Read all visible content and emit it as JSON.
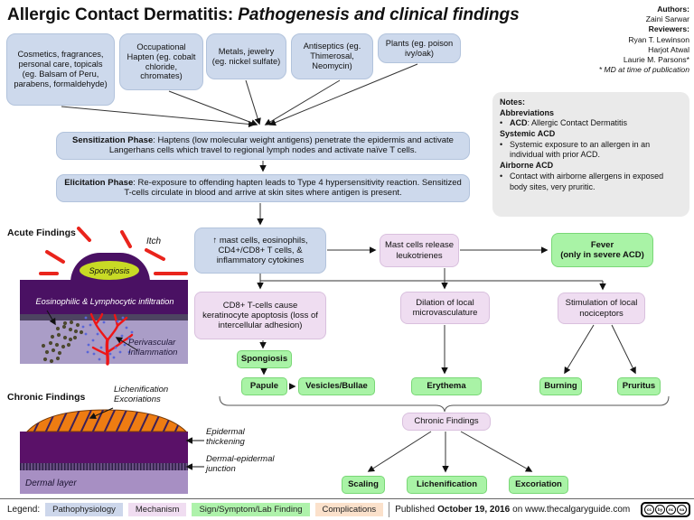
{
  "title": {
    "main": "Allergic Contact Dermatitis:",
    "sub": "Pathogenesis and clinical findings"
  },
  "credits": {
    "authors_label": "Authors:",
    "author": "Zaini Sarwar",
    "reviewers_label": "Reviewers:",
    "reviewers": [
      "Ryan T. Lewinson",
      "Harjot Atwal",
      "Laurie M. Parsons*"
    ],
    "footnote": "* MD at time of publication"
  },
  "causes": [
    "Cosmetics, fragrances, personal care, topicals (eg. Balsam of Peru, parabens, formaldehyde)",
    "Occupational Hapten (eg. cobalt chloride, chromates)",
    "Metals, jewelry (eg. nickel sulfate)",
    "Antiseptics (eg. Thimerosal, Neomycin)",
    "Plants (eg. poison ivy/oak)"
  ],
  "phases": {
    "sensitization_label": "Sensitization Phase",
    "sensitization_body": ": Haptens (low molecular weight antigens) penetrate the epidermis and activate Langerhans cells which travel to regional lymph nodes and activate naïve T cells.",
    "elicitation_label": "Elicitation Phase",
    "elicitation_body": ": Re-exposure to offending hapten leads to Type 4 hypersensitivity reaction. Sensitized T-cells circulate in blood and arrive at skin sites where antigen is present."
  },
  "notes": {
    "title": "Notes:",
    "abbrev_heading": "Abbreviations",
    "abbrev_bold": "ACD",
    "abbrev_rest": ": Allergic Contact Dermatitis",
    "systemic_heading": "Systemic ACD",
    "systemic_text": "Systemic exposure to an allergen in an individual with prior ACD.",
    "airborne_heading": "Airborne ACD",
    "airborne_text": "Contact with airborne allergens in exposed body sites, very pruritic."
  },
  "flow": {
    "mast_increase": "↑ mast cells, eosinophils, CD4+/CD8+ T cells, & inflammatory cytokines",
    "mast_release": "Mast cells release leukotrienes",
    "fever_line1": "Fever",
    "fever_line2": "(only in severe ACD)",
    "cd8": "CD8+ T-cells cause keratinocyte apoptosis (loss of intercellular adhesion)",
    "dilation": "Dilation of local microvasculature",
    "stimulation": "Stimulation of local nociceptors",
    "spongiosis": "Spongiosis",
    "papule": "Papule",
    "vesicles": "Vesicles/Bullae",
    "erythema": "Erythema",
    "burning": "Burning",
    "pruritus": "Pruritus",
    "chronic": "Chronic Findings",
    "scaling": "Scaling",
    "lichenification": "Lichenification",
    "excoriation": "Excoriation"
  },
  "acute": {
    "label": "Acute Findings",
    "itch": "Itch",
    "spongiosis": "Spongiosis",
    "infiltration": "Eosinophilic & Lymphocytic infiltration",
    "perivascular": "Perivascular Inflammation"
  },
  "chronic_illustration": {
    "label": "Chronic Findings",
    "lichenification": "Lichenification",
    "excoriations": "Excoriations",
    "epidermal": "Epidermal thickening",
    "junction": "Dermal-epidermal junction",
    "dermal": "Dermal layer"
  },
  "legend": {
    "label": "Legend:",
    "items": [
      "Pathophysiology",
      "Mechanism",
      "Sign/Symptom/Lab Finding",
      "Complications"
    ],
    "published_prefix": "Published",
    "published_date": "October 19, 2016",
    "published_suffix": "on www.thecalgaryguide.com",
    "cc_badge": [
      "cc",
      "by",
      "nc",
      "sa"
    ]
  },
  "colors": {
    "pathophysiology_blue": "#cdd9ec",
    "mechanism_pink": "#efddf1",
    "sign_symptom_green": "#a9f3a6",
    "complications_peach": "#fbe1cb",
    "notes_gray": "#eaeaea",
    "epidermis_purple": "#4a1163",
    "dermis_purple": "#aa9dc7",
    "spongiosis_yellow": "#c8da25",
    "itch_red": "#e9241c",
    "lichenification_orange": "#ee7c12"
  }
}
